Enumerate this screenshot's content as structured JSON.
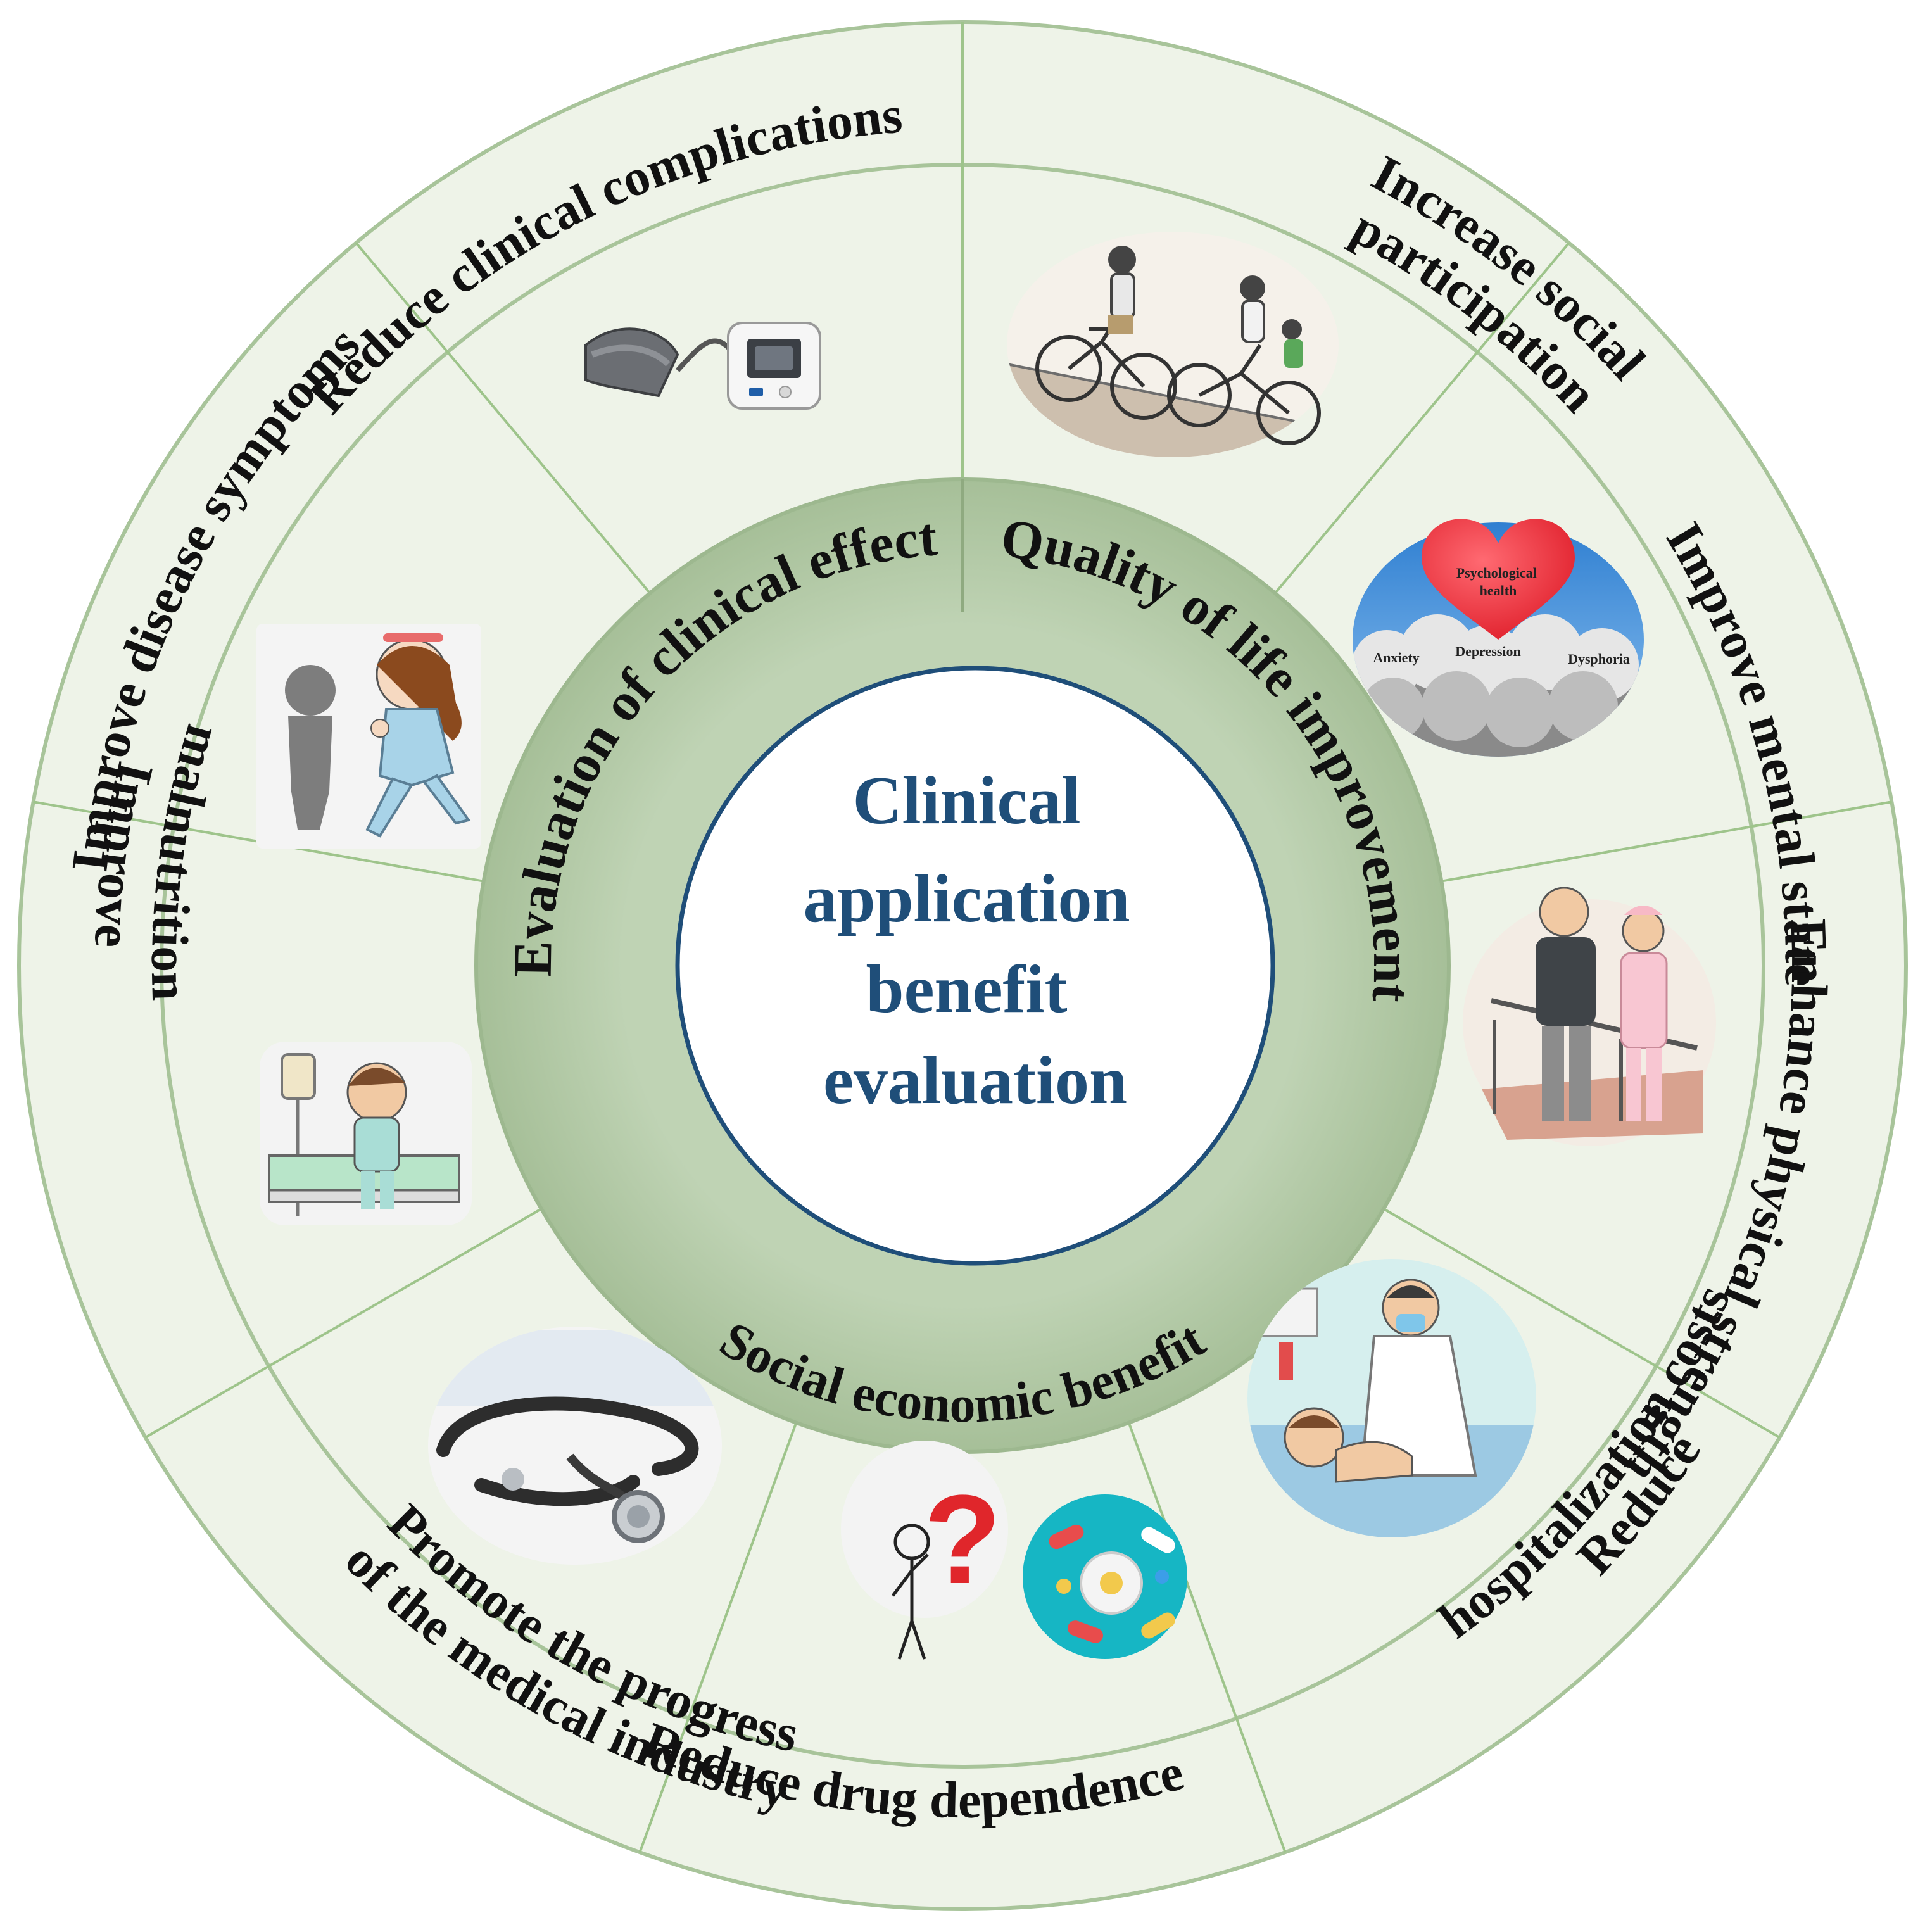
{
  "center": {
    "lines": [
      "Clinical",
      "application",
      "benefit",
      "evaluation"
    ]
  },
  "categories": [
    {
      "label": "Evaluation of clinical effect"
    },
    {
      "label": "Quality of life improvement"
    },
    {
      "label": "Social economic benefit"
    }
  ],
  "outer_items": [
    {
      "lines": [
        "Reduce clinical complications"
      ],
      "icon": "blood-pressure-monitor-icon"
    },
    {
      "lines": [
        "Increase social",
        "participation"
      ],
      "icon": "family-cycling-icon"
    },
    {
      "lines": [
        "Improve mental state"
      ],
      "icon": "psychological-health-heart-icon"
    },
    {
      "lines": [
        "Enhance physical strength"
      ],
      "icon": "elderly-rehab-with-nurse-icon"
    },
    {
      "lines": [
        "Reduce",
        "hospitalization costs"
      ],
      "icon": "doctor-with-patient-icon"
    },
    {
      "lines": [
        "Reduce drug dependence"
      ],
      "icon": "pills-and-question-icon"
    },
    {
      "lines": [
        "Promote the progress",
        "of the medical industry"
      ],
      "icon": "stethoscope-icon"
    },
    {
      "lines": [
        "Improve",
        "malnutrition"
      ],
      "icon": "sick-boy-iv-drip-icon"
    },
    {
      "lines": [
        "Improve disease symptoms"
      ],
      "icon": "walking-patient-girl-icon"
    }
  ],
  "heart_card": {
    "title_lines": [
      "Psychological",
      "health"
    ],
    "clouds": [
      "Anxiety",
      "Depression",
      "Dysphoria"
    ]
  },
  "colors": {
    "outer_fill": "#eef3e8",
    "ring_fill": "#a9c29d",
    "center_border": "#1f4e79",
    "center_text": "#1f4e79",
    "divider": "#9ec48b"
  }
}
